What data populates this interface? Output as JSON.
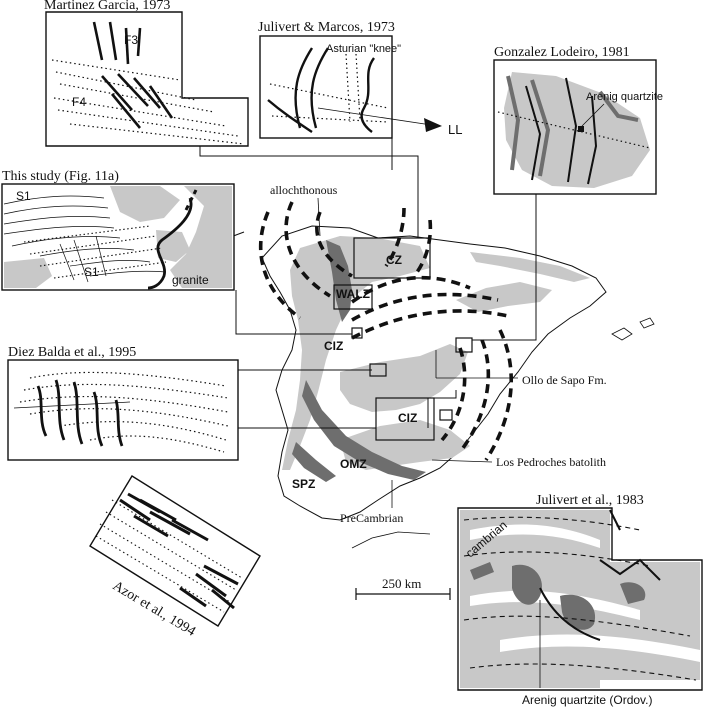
{
  "labels": {
    "martinez": "Martinez Garcia, 1973",
    "julivert_marcos": "Julivert & Marcos, 1973",
    "asturian_knee": "Asturian \"knee\"",
    "ll": "LL",
    "gonzalez": "Gonzalez Lodeiro, 1981",
    "arenig1": "Arenig quartzite",
    "this_study": "This study (Fig. 11a)",
    "s1_top": "S1",
    "s1_bottom": "S1",
    "granite": "granite",
    "f3": "F3",
    "f4": "F4",
    "allochthonous": "allochthonous",
    "diez": "Diez Balda et al., 1995",
    "ollo": "Ollo de Sapo Fm.",
    "pedroches": "Los Pedroches batolith",
    "precambrian": "PreCambrian",
    "azor": "Azor et al., 1994",
    "julivert1983": "Julivert et al., 1983",
    "cambrian": "cambrian",
    "arenig2": "Arenig quartzite (Ordov.)",
    "scale": "250 km"
  },
  "zones": {
    "cz": "CZ",
    "walz": "WALZ",
    "ciz1": "CIZ",
    "ciz2": "CIZ",
    "omz": "OMZ",
    "spz": "SPZ"
  },
  "colors": {
    "land_fill": "#ffffff",
    "light_gray": "#c8c8c8",
    "dark_gray": "#6e6e6e",
    "ink": "#111111"
  }
}
